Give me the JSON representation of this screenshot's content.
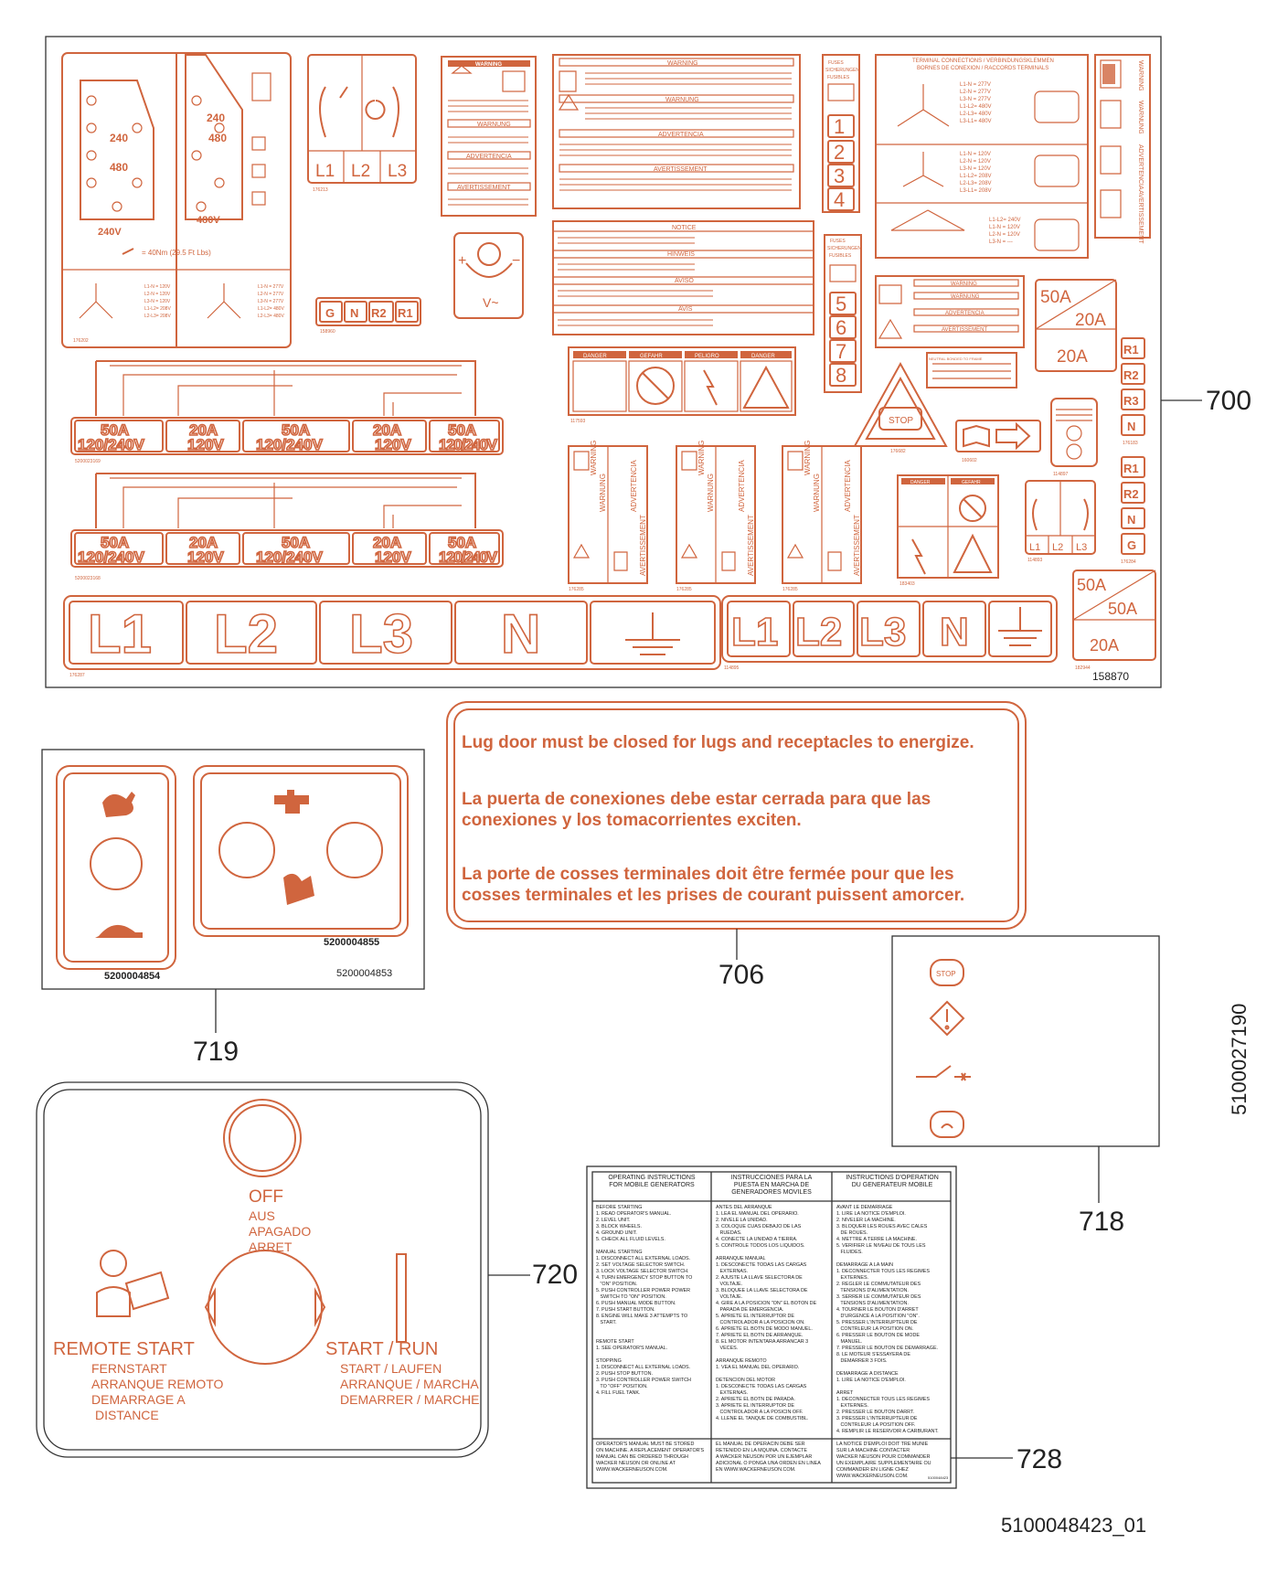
{
  "colors": {
    "accent": "#d0653e",
    "dark": "#b84a26",
    "text": "#222222",
    "callout_line": "#333333"
  },
  "callouts": {
    "c700": "700",
    "c706": "706",
    "c718": "718",
    "c719": "719",
    "c720": "720",
    "c728": "728"
  },
  "drawing_number": "5100048423_01",
  "sheet_700": {
    "sheet_number": "158870",
    "breaker_row_1": [
      {
        "amp": "50A",
        "volt": "120/240V"
      },
      {
        "amp": "20A",
        "volt": "120V"
      },
      {
        "amp": "50A",
        "volt": "120/240V"
      },
      {
        "amp": "20A",
        "volt": "120V"
      },
      {
        "amp": "50A",
        "volt": "120/240V"
      }
    ],
    "breaker_row_1_part": "5200023169",
    "breaker_row_2_part": "5200023168",
    "terminals_large": [
      "L1",
      "L2",
      "L3",
      "N"
    ],
    "terminals_large_part": "176287",
    "terminals_small": [
      "L1",
      "L2",
      "L3",
      "N"
    ],
    "terminals_small_part": "114895",
    "voltage_a": "240V",
    "voltage_b": "480V",
    "torque": "= 40Nm (29.5 Ft Lbs)",
    "grounding_tags": [
      "G",
      "N",
      "R2",
      "R1"
    ],
    "grounding_part": "158960",
    "switch_labels": [
      "L1",
      "L2",
      "L3"
    ],
    "switch_part": "176213",
    "warning_labels": [
      "WARNING",
      "WARNUNG",
      "ADVERTENCIA",
      "AVERTISSEMENT"
    ],
    "notice_labels": [
      "NOTICE",
      "HINWEIS",
      "AVISO"
    ],
    "danger_labels": [
      "DANGER",
      "GEFAHR",
      "PELIGRO",
      "DANGER"
    ],
    "fuses_1": [
      "1",
      "2",
      "3",
      "4"
    ],
    "fuses_2": [
      "5",
      "6",
      "7",
      "8"
    ],
    "fuses_heading": [
      "FUSES",
      "SICHERUNGEN",
      "FUSIBLES",
      "FUSIBLES"
    ],
    "terminal_connections_title": "TERMINAL CONNECTIONS / VERBINDUNGSKLEMMEN",
    "terminal_connections_sub": "BORNES DE CONEXION / RACCORDS TERMINALS",
    "amp_label": [
      "50A",
      "20A",
      "20A"
    ],
    "amp_label_small": [
      "50A",
      "50A",
      "20A"
    ],
    "relay_tags_1": [
      "R1",
      "R2",
      "R3",
      "N"
    ],
    "relay_tags_2": [
      "R1",
      "R2",
      "N",
      "G"
    ],
    "stop_text": "STOP"
  },
  "label_706": {
    "line_en": "Lug door must be closed for lugs and receptacles to energize.",
    "line_es_1": "La puerta de conexiones debe estar cerrada para que las",
    "line_es_2": "conexiones y los tomacorrientes exciten.",
    "line_fr_1": "La porte de cosses terminales doit être fermée pour que les",
    "line_fr_2": "cosses terminales et les prises de courant puissent amorcer."
  },
  "label_719": {
    "part_left": "5200004854",
    "part_right": "5200004855",
    "part_sheet": "5200004853"
  },
  "label_718": {
    "part_number": "5100027190",
    "stop": "STOP"
  },
  "label_720": {
    "off_lines": [
      "OFF",
      "AUS",
      "APAGADO",
      "ARRET"
    ],
    "remote_title": "REMOTE START",
    "remote_lines": [
      "FERNSTART",
      "ARRANQUE REMOTO",
      "DEMARRAGE A",
      "DISTANCE"
    ],
    "run_title": "START / RUN",
    "run_lines": [
      "START / LAUFEN",
      "ARRANQUE / MARCHA",
      "DEMARRER / MARCHE"
    ]
  },
  "label_728": {
    "headers": [
      [
        "OPERATING INSTRUCTIONS",
        "FOR MOBILE GENERATORS"
      ],
      [
        "INSTRUCCIONES PARA LA",
        "PUESTA EN MARCHA DE",
        "GENERADORES MOVILES"
      ],
      [
        "INSTRUCTIONS D'OPERATION",
        "DU GENERATEUR MOBILE"
      ]
    ],
    "col_en": [
      "BEFORE STARTING",
      "1. READ OPERATOR'S MANUAL.",
      "2. LEVEL UNIT.",
      "3. BLOCK WHEELS.",
      "4. GROUND UNIT.",
      "5. CHECK ALL FLUID LEVELS.",
      "",
      "MANUAL STARTING",
      "1. DISCONNECT ALL EXTERNAL LOADS.",
      "2. SET VOLTAGE SELECTOR SWITCH.",
      "3. LOCK VOLTAGE SELECTOR SWITCH.",
      "4. TURN EMERGENCY STOP BUTTON TO",
      "   \"ON\" POSITION.",
      "5. PUSH CONTROLLER POWER POWER",
      "   SWITCH TO \"ON\" POSITION.",
      "6. PUSH MANUAL MODE BUTTON.",
      "7. PUSH START BUTTON.",
      "8. ENGINE WILL MAKE 3 ATTEMPTS TO",
      "   START.",
      "",
      "",
      "REMOTE START",
      "1. SEE OPERATOR'S MANUAL.",
      "",
      "STOPPING",
      "1. DISCONNECT ALL EXTERNAL LOADS.",
      "2. PUSH STOP BUTTON.",
      "3. PUSH CONTROLLER POWER SWITCH",
      "   TO \"OFF\" POSITION.",
      "4. FILL FUEL TANK."
    ],
    "col_es": [
      "ANTES DEL ARRANQUE",
      "1. LEA EL MANUAL DEL OPERARIO.",
      "2. NIVELE LA UNIDAD.",
      "3. COLOQUE CUAS DEBAJO DE LAS",
      "   RUEDAS.",
      "4. CONECTE LA UNIDAD A TIERRA.",
      "5. CONTROLE TODOS LOS LIQUIDOS.",
      "",
      "ARRANQUE MANUAL",
      "1. DESCONECTE TODAS LAS CARGAS",
      "   EXTERNAS.",
      "2. AJUSTE LA LLAVE SELECTORA DE",
      "   VOLTAJE.",
      "3. BLOQUEE LA LLAVE SELECTORA DE",
      "   VOLTAJE.",
      "4. GIRE A LA POSICION \"ON\" EL BOTON DE",
      "   PARADA DE EMERGENCIA.",
      "5. APRIETE EL INTERRUPTOR DE",
      "   CONTROLADOR A LA POSICION ON.",
      "6. APRIETE EL BOTN DE MODO MANUEL.",
      "7. APRIETE EL BOTN DE ARRANQUE.",
      "8. EL MOTOR INTENTARA ARRANCAR 3",
      "   VECES.",
      "",
      "ARRANQUE REMOTO",
      "1. VEA EL MANUAL DEL OPERARIO.",
      "",
      "DETENCION DEL MOTOR",
      "1. DESCONECTE TODAS LAS CARGAS",
      "   EXTERNAS.",
      "2. APRIETE EL BOTN DE PARADA.",
      "3. APRIETE EL INTERRUPTOR DE",
      "   CONTROLADOR A LA POSICIN OFF.",
      "4. LLENE EL TANQUE DE COMBUSTIBL."
    ],
    "col_fr": [
      "AVANT LE DEMARRAGE",
      "1. LIRE LA NOTICE D'EMPLOI.",
      "2. NIVELER LA MACHINE.",
      "3. BLOQUER LES ROUES AVEC CALES",
      "   DE ROUES.",
      "4. METTRE A TERRE LA MACHINE.",
      "5. VERIFIER LE NIVEAU DE TOUS LES",
      "   FLUIDES.",
      "",
      "DEMARRAGE A LA MAIN",
      "1. DECONNECTER TOUS LES REGIMES",
      "   EXTERNES.",
      "2. REGLER LE COMMUTATEUR DES",
      "   TENSIONS D'ALIMENTATION.",
      "3. SERRER LE COMMUTATEUR DES",
      "   TENSIONS D'ALIMENTATION.",
      "4. TOURNER LE BOUTON D'ARRET",
      "   D'URGENCE A LA POSITION \"ON\".",
      "5. PRESSER L'INTERRUPTEUR DE",
      "   CONTRLEUR LA POSITION ON.",
      "6. PRESSER LE BOUTON DE MODE",
      "   MANUEL.",
      "7. PRESSER LE BOUTON DE DEMARRAGE.",
      "8. LE MOTEUR S'ESSAYERA DE",
      "   DEMARRER 3 FOIS.",
      "",
      "DEMARRAGE A DISTANCE",
      "1. LIRE LA NOTICE D'EMPLOI.",
      "",
      "ARRET",
      "1. DECONNECTER TOUS LES REGIMES",
      "   EXTERNES.",
      "2. PRESSER LE BOUTON DARRT.",
      "3. PRESSER L'INTERRUPTEUR DE",
      "   CONTRLEUR LA POSITION OFF.",
      "4. REMPLIR LE RESERVOIR A CARBURANT."
    ],
    "foot_en": [
      "OPERATOR'S MANUAL MUST BE STORED",
      "ON MACHINE. A REPLACEMENT OPERATOR'S",
      "MANUAL CAN BE ORDERED THROUGH",
      "WACKER NEUSON OR ONLINE AT",
      "WWW.WACKERNEUSON.COM."
    ],
    "foot_es": [
      "EL MANUAL DE OPERACIN DEBE SER",
      "RETENIDO EN LA MQUINA. CONTACTE",
      "A WACKER NEUSON POR UN EJEMPLAR",
      "ADICIONAL O PONGA UNA ORDEN EN LINEA",
      "EN WWW.WACKERNEUSON.COM."
    ],
    "foot_fr": [
      "LA NOTICE D'EMPLOI DOIT TRE MUNIE",
      "SUR LA MACHINE CONTACTER",
      "WACKER NEUSON POUR COMMANDER",
      "UN EXEMPLAIRE SUPPLEMENTAIRE OU",
      "COMMANDER EN LIGNE CHEZ",
      "WWW.WACKERNEUSON.COM."
    ]
  }
}
